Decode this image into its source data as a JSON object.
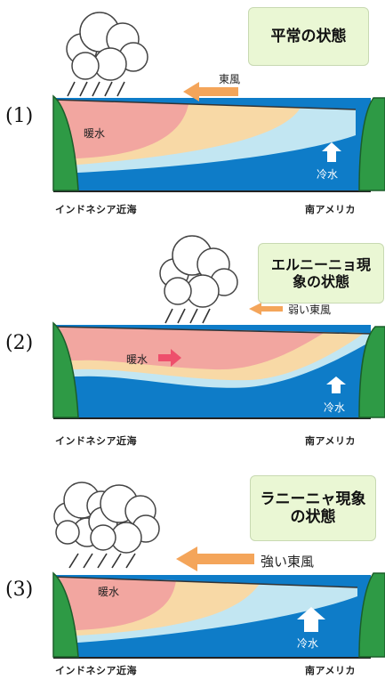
{
  "colors": {
    "land": "#2e9a45",
    "warm_water": "#f2a6a0",
    "mid_water": "#f8d9a6",
    "light_water": "#c2e6f2",
    "cold_water": "#0e7cc8",
    "wind_arrow": "#f4a55a",
    "warm_arrow": "#ee4f6c",
    "state_box": "#eaf7d4"
  },
  "panels": [
    {
      "number": "(1)",
      "state_label": "平常の状態",
      "wind_label": "東風",
      "warm_label": "暖水",
      "cold_label": "冷水",
      "west_label": "インドネシア近海",
      "east_label": "南アメリカ"
    },
    {
      "number": "(2)",
      "state_label": "エルニーニョ現象の状態",
      "wind_label": "弱い東風",
      "warm_label": "暖水",
      "cold_label": "冷水",
      "west_label": "インドネシア近海",
      "east_label": "南アメリカ"
    },
    {
      "number": "(3)",
      "state_label": "ラニーニャ現象の状態",
      "wind_label": "強い東風",
      "warm_label": "暖水",
      "cold_label": "冷水",
      "west_label": "インドネシア近海",
      "east_label": "南アメリカ"
    }
  ]
}
